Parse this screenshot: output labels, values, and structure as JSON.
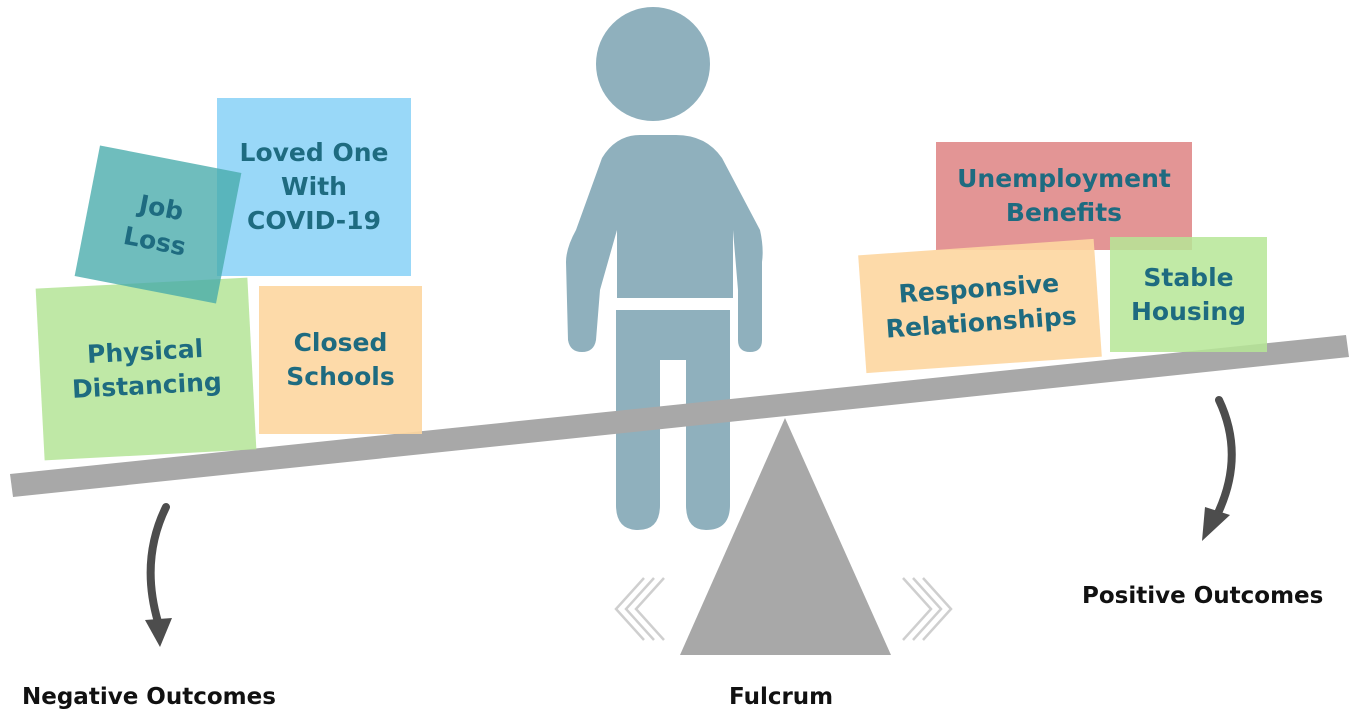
{
  "colors": {
    "person": "#8fb0bd",
    "beam": "#a8a8a8",
    "arrow": "#4d4d4d",
    "text_on_cards": "#1e6b80",
    "green_card": "#bfe7a6",
    "blue_card": "#8fd4f6",
    "teal_card": "#5eb3b2",
    "orange_card": "#fdd9a4",
    "red_card": "#e29090"
  },
  "icons": [
    "person-icon",
    "fulcrum-triangle-icon",
    "left-chevrons-icon",
    "right-chevrons-icon",
    "curved-arrow-icon"
  ],
  "cards": {
    "job_loss": [
      "Job",
      "Loss"
    ],
    "loved_one": [
      "Loved One",
      "With",
      "COVID-19"
    ],
    "physical_distancing": [
      "Physical",
      "Distancing"
    ],
    "closed_schools": [
      "Closed",
      "Schools"
    ],
    "unemployment_benefits": [
      "Unemployment",
      "Benefits"
    ],
    "responsive_relationships": [
      "Responsive",
      "Relationships"
    ],
    "stable_housing": [
      "Stable",
      "Housing"
    ]
  },
  "labels": {
    "negative": "Negative Outcomes",
    "positive": "Positive Outcomes",
    "fulcrum": "Fulcrum"
  }
}
